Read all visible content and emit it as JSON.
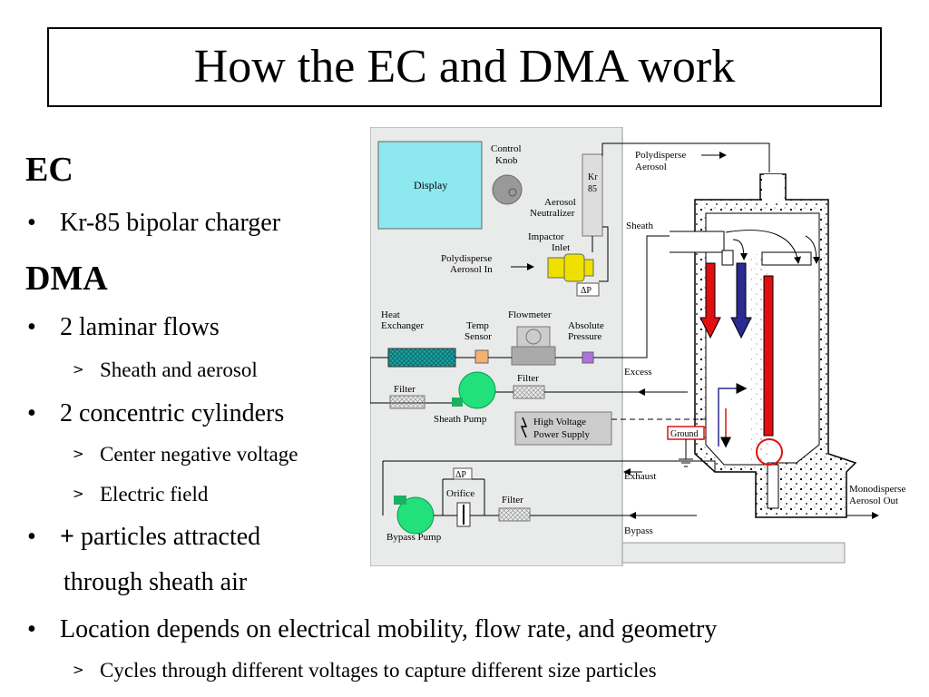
{
  "slide": {
    "title": "How the EC and DMA work"
  },
  "content": {
    "ec_heading": "EC",
    "ec_bullets": [
      "Kr-85 bipolar charger"
    ],
    "dma_heading": "DMA",
    "laminar": "2 laminar flows",
    "laminar_sub": "Sheath and aerosol",
    "cylinders": "2 concentric cylinders",
    "cylinders_sub": [
      "Center negative voltage",
      "Electric field"
    ],
    "particles_plus": "+",
    "particles_rest": " particles attracted",
    "particles_cont": "through sheath air",
    "location": "Location depends on electrical mobility, flow rate, and geometry",
    "location_sub": "Cycles through different voltages to capture different size particles"
  },
  "diagram": {
    "display": "Display",
    "control_knob": [
      "Control",
      "Knob"
    ],
    "kr85": [
      "Kr",
      "85"
    ],
    "aerosol_neutralizer": [
      "Aerosol",
      "Neutralizer"
    ],
    "impactor_inlet": [
      "Impactor",
      "Inlet"
    ],
    "polydisperse_in": [
      "Polydisperse",
      "Aerosol In"
    ],
    "delta_p": "ΔP",
    "heat_exchanger": [
      "Heat",
      "Exchanger"
    ],
    "temp_sensor": [
      "Temp",
      "Sensor"
    ],
    "flowmeter": "Flowmeter",
    "absolute_pressure": [
      "Absolute",
      "Pressure"
    ],
    "filter": "Filter",
    "sheath_pump": "Sheath Pump",
    "high_voltage": [
      "High Voltage",
      "Power Supply"
    ],
    "orifice": "Orifice",
    "bypass_pump": "Bypass Pump",
    "polydisperse_aerosol": [
      "Polydisperse",
      "Aerosol"
    ],
    "sheath": "Sheath",
    "excess": "Excess",
    "ground": "Ground",
    "exhaust": "Exhaust",
    "bypass": "Bypass",
    "monodisperse": [
      "Monodisperse",
      "Aerosol Out"
    ],
    "colors": {
      "display_fill": "#8ee8f0",
      "red_arrow": "#e01010",
      "blue_arrow": "#2a2a90",
      "green_pump": "#22e07a",
      "teal_exchanger": "#1aa0a0",
      "yellow_inlet": "#f0e000",
      "orange_sensor": "#f5b070",
      "purple_pressure": "#b070e0"
    }
  }
}
